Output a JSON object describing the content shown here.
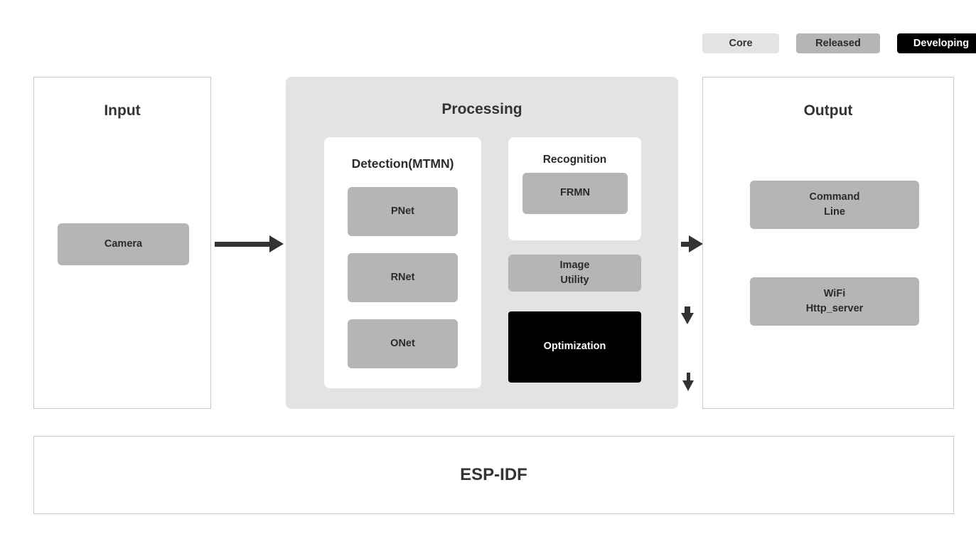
{
  "legend": {
    "items": [
      {
        "label": "Core",
        "style": "core",
        "color": "#e3e3e3"
      },
      {
        "label": "Released",
        "style": "released",
        "color": "#b5b5b5"
      },
      {
        "label": "Developing",
        "style": "developing",
        "color": "#000000"
      }
    ]
  },
  "panels": {
    "input": {
      "title": "Input",
      "nodes": [
        {
          "label": "Camera",
          "style": "released"
        }
      ]
    },
    "processing": {
      "title": "Processing",
      "groups": [
        {
          "title": "Detection(MTMN)",
          "nodes": [
            {
              "label": "PNet",
              "style": "released"
            },
            {
              "label": "RNet",
              "style": "released"
            },
            {
              "label": "ONet",
              "style": "released"
            }
          ]
        },
        {
          "title": "Recognition",
          "nodes": [
            {
              "label": "FRMN",
              "style": "released"
            }
          ]
        }
      ],
      "nodes": [
        {
          "label": "Image\nUtility",
          "style": "released"
        },
        {
          "label": "Optimization",
          "style": "developing"
        }
      ]
    },
    "output": {
      "title": "Output",
      "nodes": [
        {
          "label": "Command\nLine",
          "style": "released"
        },
        {
          "label": "WiFi\nHttp_server",
          "style": "released"
        }
      ]
    }
  },
  "footer": {
    "label": "ESP-IDF"
  },
  "arrows": [
    {
      "name": "input-to-processing",
      "direction": "right"
    },
    {
      "name": "processing-to-output",
      "direction": "right"
    },
    {
      "name": "pnet-to-rnet",
      "direction": "down"
    },
    {
      "name": "rnet-to-onet",
      "direction": "down"
    }
  ],
  "colors": {
    "background": "#ffffff",
    "panel_border": "#c9c9c9",
    "processing_fill": "#e3e3e3",
    "group_fill": "#ffffff",
    "released_fill": "#b5b5b5",
    "core_fill": "#e3e3e3",
    "developing_fill": "#000000",
    "arrow": "#333333",
    "text": "#333333"
  }
}
